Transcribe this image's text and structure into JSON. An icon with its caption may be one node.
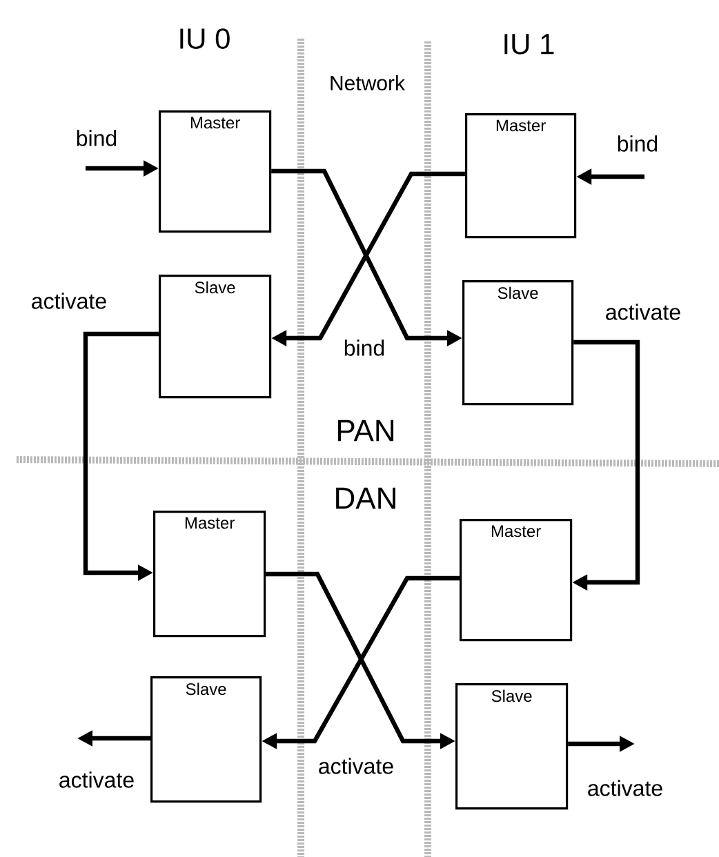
{
  "diagram": {
    "nodes": [
      {
        "text": [
          "Master"
        ]
      },
      {
        "text": [
          "Master"
        ]
      },
      {
        "text": [
          "Slave"
        ]
      },
      {
        "text": [
          "Slave"
        ]
      },
      {
        "text": [
          "Master"
        ]
      },
      {
        "text": [
          "Master"
        ]
      },
      {
        "text": [
          "Slave"
        ]
      },
      {
        "text": [
          "Slave"
        ]
      }
    ],
    "edges": [
      {
        "from": null,
        "to": 0,
        "arrow": "to",
        "label": "bind"
      },
      {
        "from": null,
        "to": 1,
        "arrow": "to",
        "label": "bind"
      },
      {
        "from": 0,
        "to": 3,
        "arrow": "to"
      },
      {
        "from": 1,
        "to": 2,
        "arrow": "to"
      },
      {
        "from": 2,
        "to": 4,
        "arrow": "to",
        "label": "activate"
      },
      {
        "from": 3,
        "to": 5,
        "arrow": "to",
        "label": "activate"
      },
      {
        "from": 4,
        "to": 7,
        "arrow": "to"
      },
      {
        "from": 5,
        "to": 6,
        "arrow": "to"
      },
      {
        "from": 6,
        "to": null,
        "arrow": "to",
        "label": "activate"
      },
      {
        "from": 7,
        "to": null,
        "arrow": "to",
        "label": "activate"
      }
    ],
    "labels": [
      "IU 0",
      "IU 1",
      "Network",
      "bind",
      "PAN",
      "DAN",
      "activate"
    ]
  }
}
